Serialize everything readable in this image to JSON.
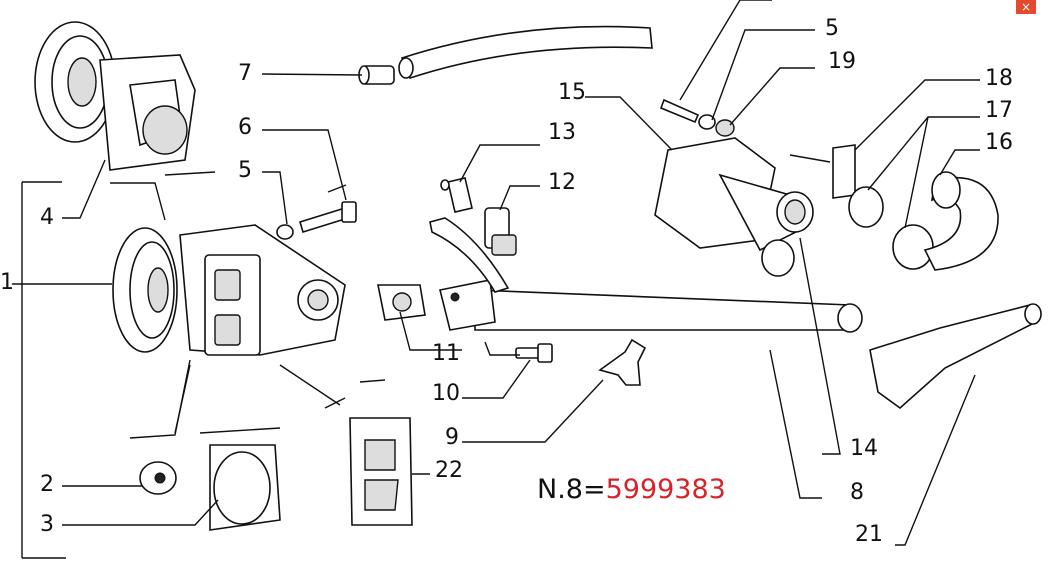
{
  "callouts": [
    {
      "id": "c1",
      "text": "1"
    },
    {
      "id": "c2",
      "text": "2"
    },
    {
      "id": "c3",
      "text": "3"
    },
    {
      "id": "c4",
      "text": "4"
    },
    {
      "id": "c5a",
      "text": "5"
    },
    {
      "id": "c5b",
      "text": "5"
    },
    {
      "id": "c6",
      "text": "6"
    },
    {
      "id": "c7",
      "text": "7"
    },
    {
      "id": "c8",
      "text": "8"
    },
    {
      "id": "c9",
      "text": "9"
    },
    {
      "id": "c10",
      "text": "10"
    },
    {
      "id": "c11",
      "text": "11"
    },
    {
      "id": "c12",
      "text": "12"
    },
    {
      "id": "c13",
      "text": "13"
    },
    {
      "id": "c14",
      "text": "14"
    },
    {
      "id": "c15",
      "text": "15"
    },
    {
      "id": "c16",
      "text": "16"
    },
    {
      "id": "c17",
      "text": "17"
    },
    {
      "id": "c18",
      "text": "18"
    },
    {
      "id": "c19",
      "text": "19"
    },
    {
      "id": "c21",
      "text": "21"
    },
    {
      "id": "c22",
      "text": "22"
    }
  ],
  "part_number": {
    "prefix": "N.8=",
    "code": "5999383"
  },
  "close_icon": {
    "glyph": "×",
    "color": "#e64a2e"
  },
  "colors": {
    "part_code": "#d8232a",
    "line": "#111111"
  }
}
